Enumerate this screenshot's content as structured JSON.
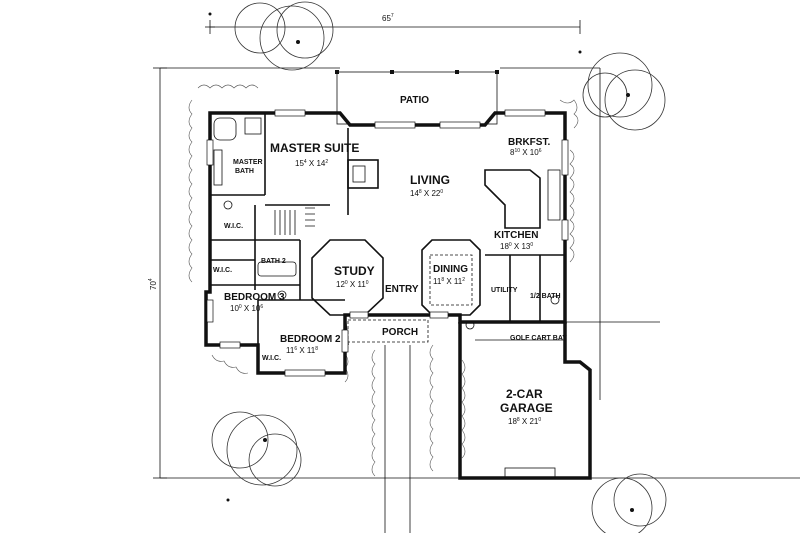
{
  "dimensions": {
    "width": {
      "main": "65",
      "sup": "7"
    },
    "depth": {
      "main": "70",
      "sup": "4"
    }
  },
  "rooms": {
    "patio": {
      "name": "PATIO"
    },
    "master_suite": {
      "name": "MASTER SUITE",
      "size": "15",
      "s1": "4",
      "x": " X 14",
      "s2": "2"
    },
    "master_bath": {
      "line1": "MASTER",
      "line2": "BATH"
    },
    "living": {
      "name": "LIVING",
      "size": "14",
      "s1": "8",
      "x": " X 22",
      "s2": "0"
    },
    "brkfst": {
      "name": "BRKFST.",
      "size": "8",
      "s1": "10",
      "x": " X 10",
      "s2": "6"
    },
    "kitchen": {
      "name": "KITCHEN",
      "size": "18",
      "s1": "0",
      "x": " X 13",
      "s2": "0"
    },
    "wic_1": {
      "name": "W.I.C."
    },
    "wic_2": {
      "name": "W.I.C."
    },
    "wic_3": {
      "name": "W.I.C."
    },
    "bath_2": {
      "name": "BATH 2"
    },
    "study": {
      "name": "STUDY",
      "size": "12",
      "s1": "0",
      "x": " X 11",
      "s2": "0"
    },
    "entry": {
      "name": "ENTRY"
    },
    "dining": {
      "name": "DINING",
      "size": "11",
      "s1": "8",
      "x": " X 11",
      "s2": "2"
    },
    "utility": {
      "name": "UTILITY"
    },
    "half_bath": {
      "name": "1/2 BATH"
    },
    "bedroom_3": {
      "name": "BEDROOM 3",
      "size": "10",
      "s1": "0",
      "x": " X 10",
      "s2": "6"
    },
    "bedroom_2": {
      "name": "BEDROOM 2",
      "size": "11",
      "s1": "6",
      "x": " X 11",
      "s2": "8"
    },
    "porch": {
      "name": "PORCH"
    },
    "golf_cart_bay": {
      "name": "GOLF CART BAY"
    },
    "garage": {
      "line1": "2-CAR",
      "line2": "GARAGE",
      "size": "18",
      "s1": "8",
      "x": " X 21",
      "s2": "0"
    }
  },
  "colors": {
    "ink": "#111111",
    "background": "#ffffff"
  }
}
